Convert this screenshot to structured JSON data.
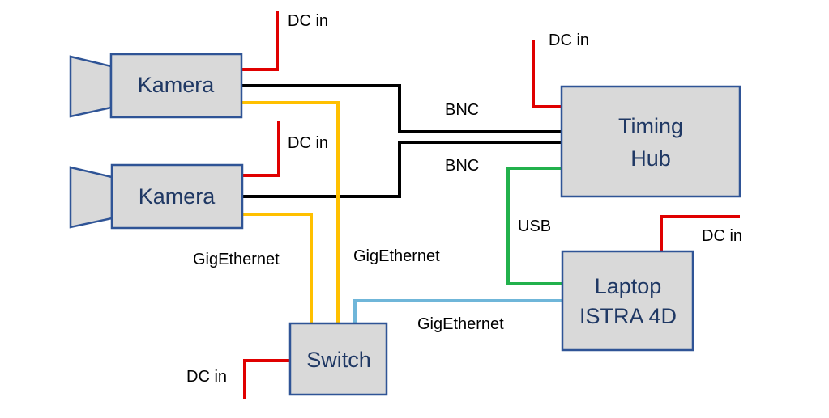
{
  "colors": {
    "box_fill": "#d9d9d9",
    "box_border": "#2f5496",
    "box_text": "#1f3864",
    "power_wire": "#e00000",
    "bnc_wire": "#000000",
    "gige_wire": "#ffc000",
    "usb_wire": "#22b14c",
    "lan_wire": "#6fb6d9"
  },
  "nodes": {
    "camera_1": "Kamera",
    "camera_2": "Kamera",
    "timing_hub": [
      "Timing",
      "Hub"
    ],
    "laptop": [
      "Laptop",
      "ISTRA 4D"
    ],
    "switch": "Switch"
  },
  "labels": {
    "dc_camera_1": "DC in",
    "dc_camera_2": "DC in",
    "dc_timing_hub": "DC in",
    "dc_laptop": "DC in",
    "dc_switch": "DC in",
    "bnc_1": "BNC",
    "bnc_2": "BNC",
    "usb": "USB",
    "gige_camera_2": "GigEthernet",
    "gige_camera_1": "GigEthernet",
    "gige_laptop": "GigEthernet"
  }
}
